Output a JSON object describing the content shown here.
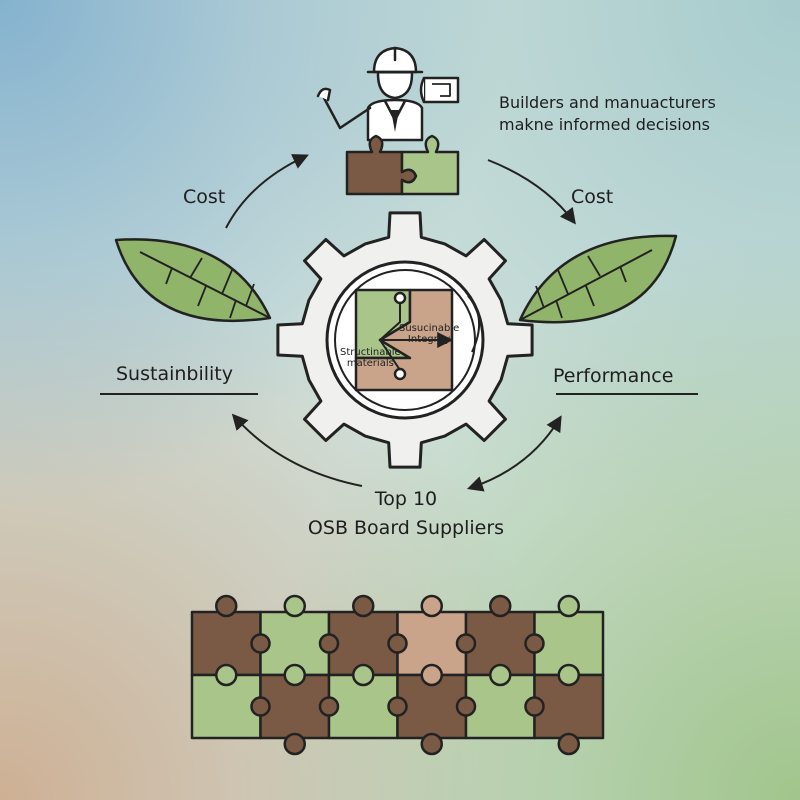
{
  "note": {
    "line1": "Builders and manuacturers",
    "line2": "makne informed decisions"
  },
  "cost_left": "Cost",
  "cost_right": "Cost",
  "sustainability": "Sustainbility",
  "performance": "Performance",
  "center_title": {
    "line1": "Top 10",
    "line2": "OSB Board Suppliers"
  },
  "gear_labels": {
    "integrity_line1": "Susucinable",
    "integrity_line2": "Integrity",
    "materials_line1": "Structinable",
    "materials_line2": "materials"
  },
  "colors": {
    "brown": "#7a5a45",
    "green": "#a9c58a",
    "tan": "#c9a48a",
    "leaf": "#8fb46a",
    "gear": "#f0f0ee",
    "outline": "#222222"
  },
  "icons": [
    "engineer-icon",
    "blueprint-icon",
    "puzzle-pair-icon",
    "leaf-left-icon",
    "leaf-right-icon",
    "gear-icon",
    "puzzle-grid-icon"
  ]
}
